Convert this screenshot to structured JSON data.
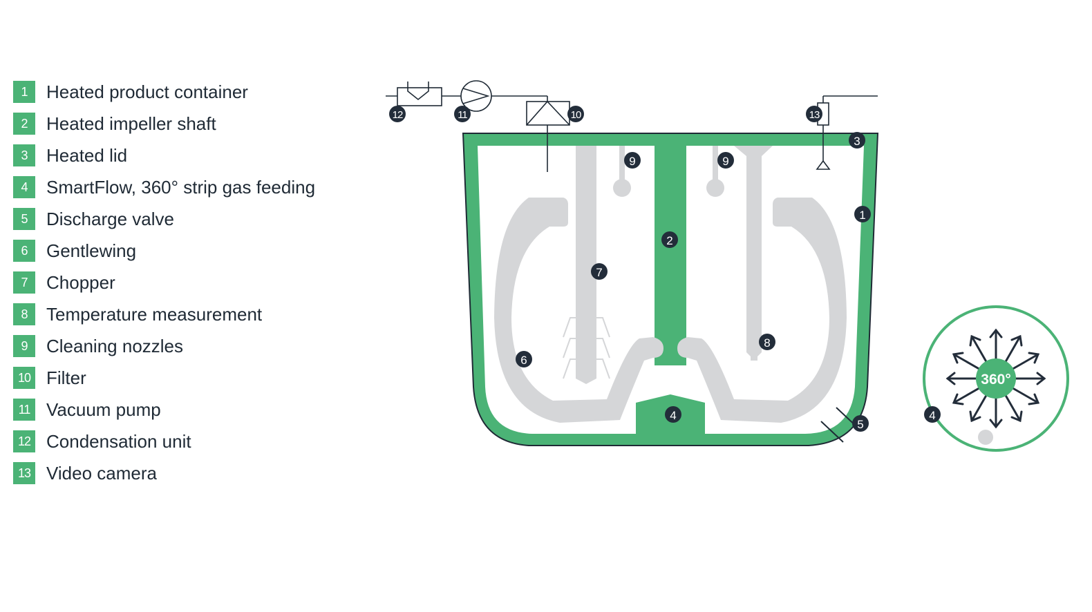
{
  "legend": [
    {
      "num": "1",
      "label": "Heated product container"
    },
    {
      "num": "2",
      "label": "Heated impeller shaft"
    },
    {
      "num": "3",
      "label": "Heated lid"
    },
    {
      "num": "4",
      "label": "SmartFlow, 360° strip gas feeding"
    },
    {
      "num": "5",
      "label": "Discharge valve"
    },
    {
      "num": "6",
      "label": "Gentlewing"
    },
    {
      "num": "7",
      "label": "Chopper"
    },
    {
      "num": "8",
      "label": "Temperature measurement"
    },
    {
      "num": "9",
      "label": "Cleaning nozzles"
    },
    {
      "num": "10",
      "label": "Filter"
    },
    {
      "num": "11",
      "label": "Vacuum pump"
    },
    {
      "num": "12",
      "label": "Condensation unit"
    },
    {
      "num": "13",
      "label": "Video camera"
    }
  ],
  "markers": {
    "m1": "1",
    "m2": "2",
    "m3": "3",
    "m4": "4",
    "m5": "5",
    "m6": "6",
    "m7": "7",
    "m8": "8",
    "m9a": "9",
    "m9b": "9",
    "m10": "10",
    "m11": "11",
    "m12": "12",
    "m13": "13",
    "m4_detail": "4"
  },
  "detail": {
    "angle_label": "360°"
  },
  "colors": {
    "accent": "#4bb376",
    "marker": "#232d3a",
    "component": "#d5d6d8",
    "line": "#1f2a35"
  }
}
